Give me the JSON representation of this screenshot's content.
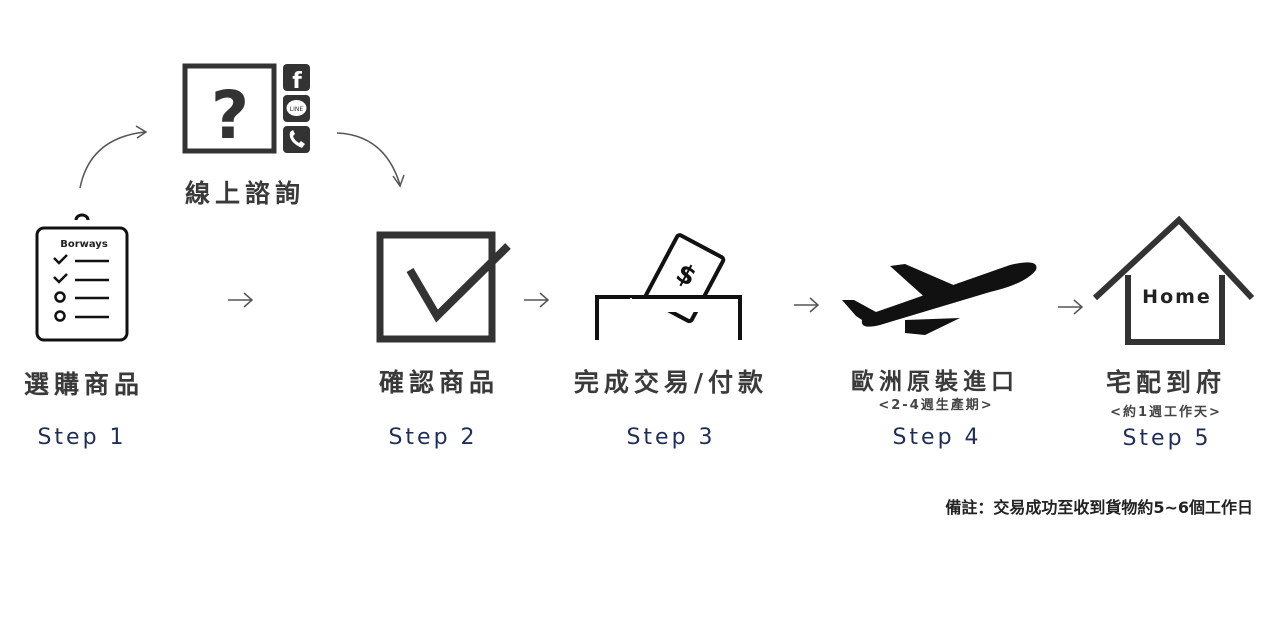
{
  "consult": {
    "title": "線上諮詢",
    "line_badge": "LINE"
  },
  "steps": [
    {
      "title": "選購商品",
      "step": "Step 1",
      "logo": "Borways"
    },
    {
      "title": "確認商品",
      "step": "Step 2"
    },
    {
      "title": "完成交易/付款",
      "step": "Step 3"
    },
    {
      "title": "歐洲原裝進口",
      "sub": "<2-4週生產期>",
      "step": "Step 4"
    },
    {
      "title": "宅配到府",
      "sub": "<約1週工作天>",
      "step": "Step 5",
      "house_label": "Home"
    }
  ],
  "note": "備註：交易成功至收到貨物約5~6個工作日",
  "colors": {
    "icon": "#333333",
    "step": "#1f2d5a"
  }
}
